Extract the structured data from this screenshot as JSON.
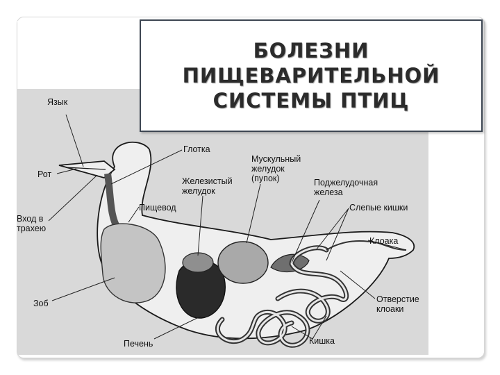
{
  "title": "БОЛЕЗНИ\nПИЩЕВАРИТЕЛЬНОЙ\nСИСТЕМЫ ПТИЦ",
  "labels": {
    "tongue": "Язык",
    "mouth": "Рот",
    "trachea_entrance": "Вход в\nтрахею",
    "crop": "Зоб",
    "liver": "Печень",
    "pharynx": "Глотка",
    "proventriculus": "Железистый\nжелудок",
    "gizzard": "Мускульный\nжелудок\n(пупок)",
    "pancreas": "Поджелудочная\nжелеза",
    "esophagus": "Пищевод",
    "ceca": "Слепые кишки",
    "cloaca": "Клоака",
    "cloaca_opening": "Отверстие\nклоаки",
    "intestine": "Кишка"
  },
  "colors": {
    "title_border": "#3d4652",
    "panel_gray": "#d9d9d9",
    "body_fill": "#efefef",
    "organ_gray": "#a9a9a9",
    "liver_dark": "#2a2a2a"
  }
}
